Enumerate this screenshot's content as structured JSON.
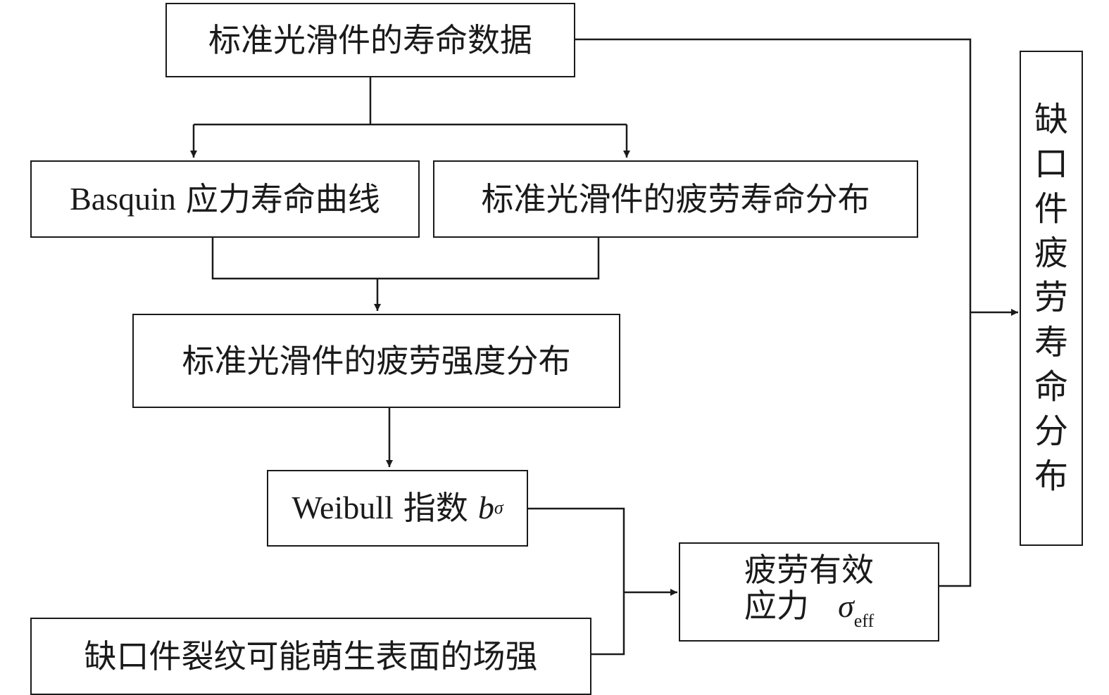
{
  "nodes": {
    "smooth_life_data": "标准光滑件的寿命数据",
    "basquin_curve": {
      "latin": "Basquin",
      "cjk": "应力寿命曲线"
    },
    "smooth_fatigue_life_dist": "标准光滑件的疲劳寿命分布",
    "smooth_fatigue_strength_dist": "标准光滑件的疲劳强度分布",
    "weibull_index": {
      "latin": "Weibull",
      "cjk": "指数",
      "symbol": "b",
      "subscript": "σ"
    },
    "notch_surface_field": "缺口件裂纹可能萌生表面的场强",
    "effective_stress": {
      "line1": "疲劳有效",
      "line2": "应力",
      "symbol": "σ",
      "subscript": "eff"
    },
    "notch_fatigue_life_dist": [
      "缺",
      "口",
      "件",
      "疲",
      "劳",
      "寿",
      "命",
      "分",
      "布"
    ]
  },
  "colors": {
    "stroke": "#1a1a1a",
    "background": "#ffffff"
  }
}
